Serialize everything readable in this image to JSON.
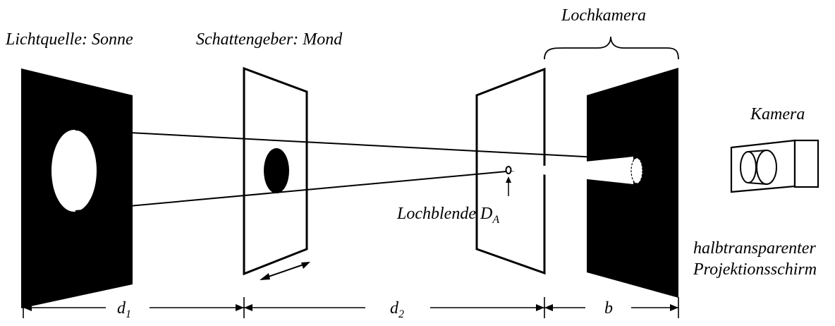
{
  "labels": {
    "light_source": "Lichtquelle: Sonne",
    "shadow_caster": "Schattengeber: Mond",
    "pinhole_camera": "Lochkamera",
    "camera": "Kamera",
    "aperture": "Lochblende D",
    "aperture_sub": "A",
    "screen_line1": "halbtransparenter",
    "screen_line2": "Projektionsschirm"
  },
  "dimensions": {
    "d1": "d",
    "d1_sub": "1",
    "d2": "d",
    "d2_sub": "2",
    "b": "b"
  },
  "colors": {
    "ink": "#000000",
    "paper": "#ffffff"
  }
}
